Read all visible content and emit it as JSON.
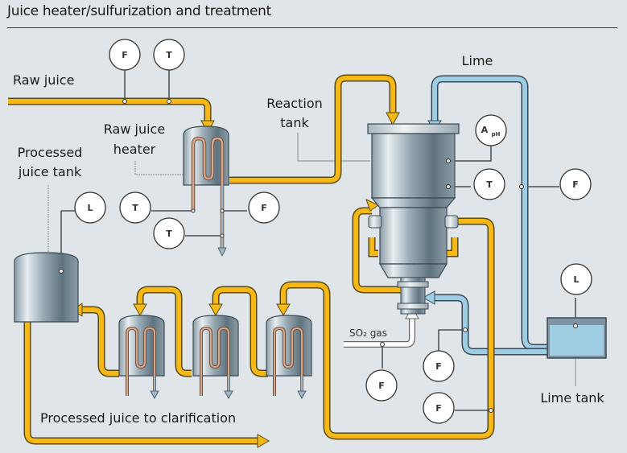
{
  "title": "Juice heater/sulfurization and treatment",
  "labels": {
    "raw_juice": "Raw juice",
    "raw_juice_heater_line1": "Raw juice",
    "raw_juice_heater_line2": "heater",
    "processed_juice_tank_line1": "Processed",
    "processed_juice_tank_line2": "juice tank",
    "reaction_tank_line1": "Reaction",
    "reaction_tank_line2": "tank",
    "lime": "Lime",
    "so2_gas": "SO₂ gas",
    "lime_tank": "Lime tank",
    "processed_juice_to_clarification": "Processed juice to clarification"
  },
  "instruments": {
    "raw_juice_flow": "F",
    "raw_juice_temp": "T",
    "heater_condensate_temp": "T",
    "heater_outlet_temp": "T",
    "heater_outlet_flow": "F",
    "processed_tank_level": "L",
    "reaction_ph": "A",
    "reaction_ph_sub": "pH",
    "reaction_temp": "T",
    "lime_flow": "F",
    "lime_tank_level": "L",
    "so2_flow": "F",
    "lime_dose_flow": "F",
    "recirc_flow": "F"
  },
  "colors": {
    "juice": "#f5b817",
    "lime": "#9fcde3",
    "so2": "#ffffff",
    "steam_coil": "#d8a88a",
    "background": "#dfe5e9"
  }
}
